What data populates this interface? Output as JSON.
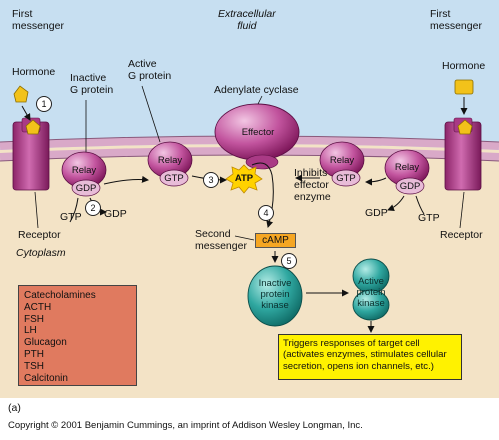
{
  "labels": {
    "first_messenger_left": "First\nmessenger",
    "first_messenger_right": "First\nmessenger",
    "extracellular": "Extracellular\nfluid",
    "hormone_left": "Hormone",
    "hormone_right": "Hormone",
    "inactive_g_protein": "Inactive\nG protein",
    "active_g_protein": "Active\nG protein",
    "adenylate_cyclase": "Adenylate cyclase",
    "effector": "Effector",
    "relay": "Relay",
    "gdp": "GDP",
    "gtp": "GTP",
    "atp": "ATP",
    "camp": "cAMP",
    "inhibits": "Inhibits\neffector\nenzyme",
    "receptor_left": "Receptor",
    "receptor_right": "Receptor",
    "cytoplasm": "Cytoplasm",
    "second_messenger": "Second\nmessenger",
    "inactive_kinase": "Inactive\nprotein\nkinase",
    "active_kinase": "Active\nprotein\nkinase",
    "triggers": "Triggers responses of target cell (activates enzymes, stimulates cellular secretion, opens ion channels, etc.)",
    "panel": "(a)",
    "copyright": "Copyright © 2001 Benjamin Cummings, an imprint of Addison Wesley Longman, Inc."
  },
  "steps": [
    "1",
    "2",
    "3",
    "4",
    "5"
  ],
  "hormones": [
    "Catecholamines",
    "ACTH",
    "FSH",
    "LH",
    "Glucagon",
    "PTH",
    "TSH",
    "Calcitonin"
  ],
  "colors": {
    "extracellular": "#c7dff1",
    "cytoplasm": "#f3e3c6",
    "receptor": "#c2549e",
    "relay": "#b4237f",
    "effector": "#c2549e",
    "gdp_gtp": "#e8bcd8",
    "atp": "#ffd200",
    "kinase": "#2fa7a0",
    "hormone": "#f2c21a",
    "list_box": "#e07a5f",
    "triggers_box": "#fff200"
  }
}
